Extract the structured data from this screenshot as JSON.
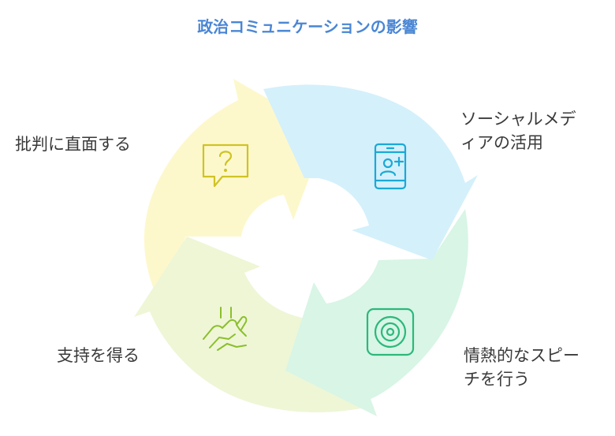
{
  "title": "政治コミュニケーションの影響",
  "steps": [
    {
      "label": "ソーシャルメディアの活用",
      "line1": "ソーシャルメデ",
      "line2": "ィアの活用",
      "icon": "mobile-user-plus-icon",
      "fill": "#d4f0fb",
      "stroke": "#1aa9d6"
    },
    {
      "label": "情熱的なスピーチを行う",
      "line1": "情熱的なスピー",
      "line2": "チを行う",
      "icon": "speaker-icon",
      "fill": "#d8f5e6",
      "stroke": "#2cb87a"
    },
    {
      "label": "支持を得る",
      "icon": "helping-hands-icon",
      "fill": "#eef6d6",
      "stroke": "#8bbf2c"
    },
    {
      "label": "批判に直面する",
      "icon": "question-speech-bubble-icon",
      "fill": "#fdf8cc",
      "stroke": "#cfc325"
    }
  ],
  "colors": {
    "title": "#4a86d4",
    "text": "#3a3a3a"
  }
}
